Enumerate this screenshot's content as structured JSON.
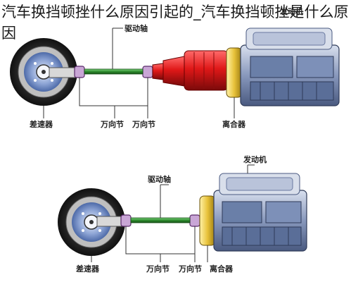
{
  "page": {
    "title": "汽车换挡顿挫什么原因引起的_汽车换挡顿挫是什么原因"
  },
  "diagrams": {
    "top": {
      "label_differential": "差速器",
      "label_universal_joint": "万向节",
      "label_clutch": "离合器",
      "label_shaft_partial": "驱动轴",
      "label_engine_partial": "发动机"
    },
    "bottom": {
      "label_engine": "发动机",
      "label_drive_shaft": "驱动轴",
      "label_differential": "差速器",
      "label_universal_joint": "万向节",
      "label_clutch": "离合器"
    }
  },
  "colors": {
    "shaft_green": "#2e8b2e",
    "red_gearbox": "#d42020",
    "engine_blue": "#6a7fa8",
    "clutch_yellow": "#e8c23a",
    "wheel_dark": "#2a2a2a",
    "disk_blue": "#5a7ab8"
  }
}
